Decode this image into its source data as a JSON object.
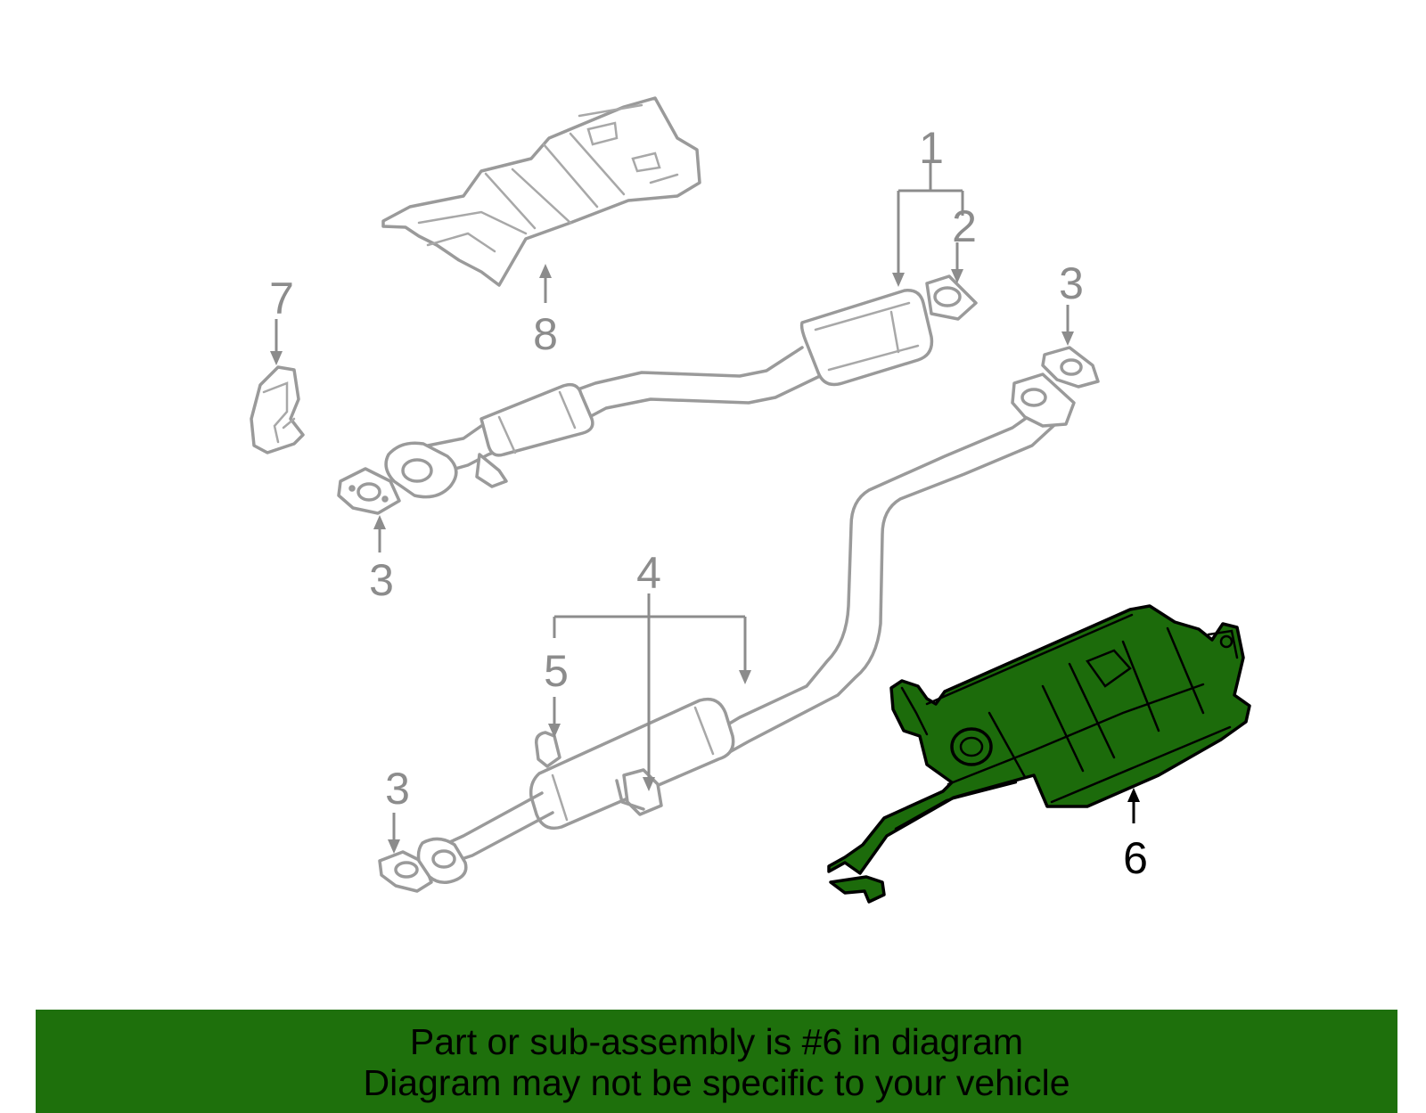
{
  "colors": {
    "highlight": "#1c6b0b",
    "banner_background": "#1e700c",
    "part_outline": "#9a9a9a",
    "banner_text": "#000000"
  },
  "highlighted_part": "6",
  "callouts": {
    "c1": "1",
    "c2": "2",
    "c3a": "3",
    "c3b": "3",
    "c3c": "3",
    "c4": "4",
    "c5": "5",
    "c6": "6",
    "c7": "7",
    "c8": "8"
  },
  "banner": {
    "line1": "Part or sub-assembly is #6 in diagram",
    "line2": "Diagram may not be specific to your vehicle"
  }
}
